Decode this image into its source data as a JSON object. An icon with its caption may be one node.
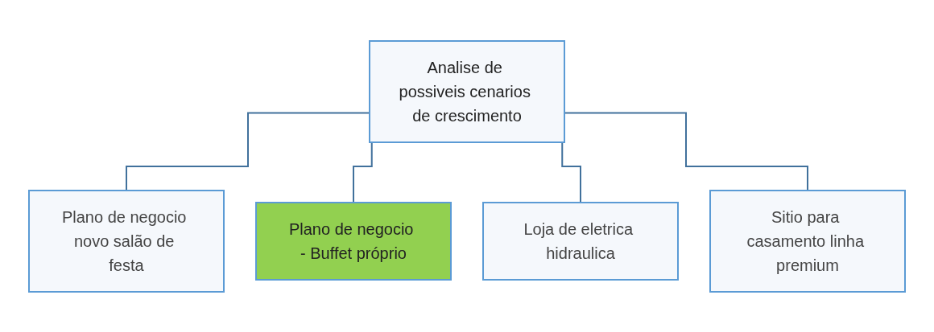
{
  "diagram": {
    "nodes": [
      {
        "text": [
          "Analise de possiveis cenarios de crescimento"
        ]
      },
      {
        "text": [
          "Plano de negocio novo salão de festa"
        ]
      },
      {
        "text": [
          "Plano de negocio - Buffet próprio"
        ]
      },
      {
        "text": [
          "Loja de eletrica hidraulica"
        ]
      },
      {
        "text": [
          "Sitio para casamento linha premium"
        ]
      }
    ],
    "edges": [
      {
        "from": 0,
        "to": 1,
        "arrow": "none"
      },
      {
        "from": 0,
        "to": 2,
        "arrow": "none"
      },
      {
        "from": 0,
        "to": 3,
        "arrow": "none"
      },
      {
        "from": 0,
        "to": 4,
        "arrow": "none"
      }
    ]
  }
}
